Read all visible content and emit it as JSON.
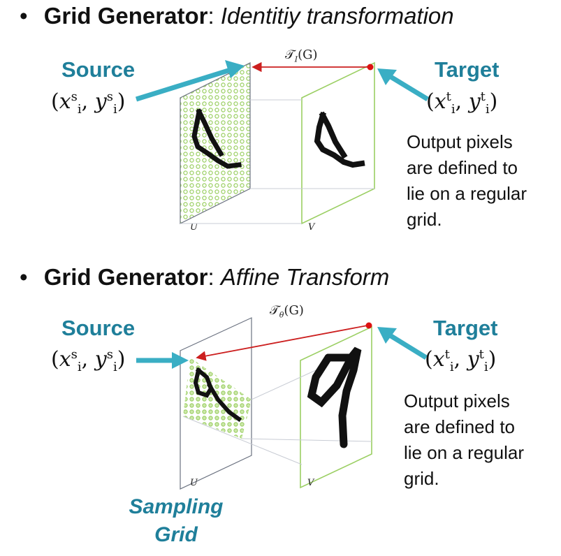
{
  "section1": {
    "bullet": "•",
    "heading_bold": "Grid Generator",
    "heading_sep": ": ",
    "heading_italic": "Identitiy transformation",
    "source_label": "Source",
    "target_label": "Target",
    "source_math": {
      "var1": "x",
      "var2": "y",
      "sup": "s",
      "sub": "i"
    },
    "target_math": {
      "var1": "x",
      "var2": "y",
      "sup": "t",
      "sub": "i"
    },
    "transform_label": {
      "symbol": "𝒯",
      "sub": "I",
      "arg": "(G)"
    },
    "plane_left_label": "U",
    "plane_right_label": "V",
    "description": [
      "Output pixels",
      "are defined to",
      "lie on a regular",
      "grid."
    ]
  },
  "section2": {
    "bullet": "•",
    "heading_bold": "Grid Generator",
    "heading_sep": ": ",
    "heading_italic": "Affine Transform",
    "source_label": "Source",
    "target_label": "Target",
    "source_math": {
      "var1": "x",
      "var2": "y",
      "sup": "s",
      "sub": "i"
    },
    "target_math": {
      "var1": "x",
      "var2": "y",
      "sup": "t",
      "sub": "i"
    },
    "transform_label": {
      "symbol": "𝒯",
      "sub": "θ",
      "arg": "(G)"
    },
    "plane_left_label": "U",
    "plane_right_label": "V",
    "description": [
      "Output pixels",
      "are defined to",
      "lie on a regular",
      "grid."
    ],
    "sampling_label": [
      "Sampling",
      "Grid"
    ]
  },
  "colors": {
    "accent_blue": "#1f7f9a",
    "arrow_blue": "#3aaec4",
    "grid_green": "#9bcf63",
    "red_arrow": "#cc1f1f",
    "plane_gray": "#6b7280"
  }
}
